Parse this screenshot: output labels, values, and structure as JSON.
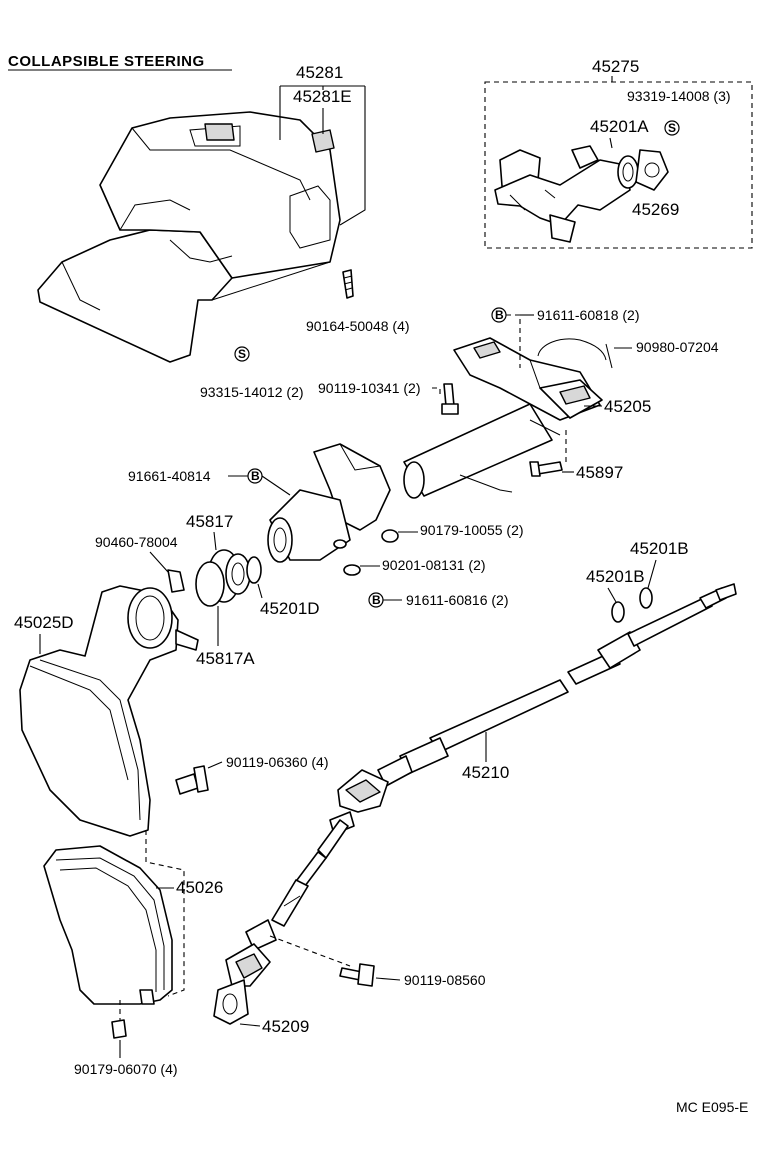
{
  "diagram": {
    "title": "COLLAPSIBLE STEERING",
    "footer_code": "MC  E095-E",
    "labels": {
      "p45281": "45281",
      "p45281E": "45281E",
      "p45275": "45275",
      "p93319": "93319-14008 (3)",
      "p45201A": "45201A",
      "p45269": "45269",
      "p90164": "90164-50048 (4)",
      "p93315": "93315-14012 (2)",
      "p91611_818": "91611-60818 (2)",
      "p90980": "90980-07204",
      "p90119_341": "90119-10341 (2)",
      "p45205": "45205",
      "p91661": "91661-40814",
      "p45897": "45897",
      "p45817": "45817",
      "p90460": "90460-78004",
      "p90179_055": "90179-10055 (2)",
      "p90201": "90201-08131 (2)",
      "p45201B_top": "45201B",
      "p45201B": "45201B",
      "p91611_816": "91611-60816 (2)",
      "p45201D": "45201D",
      "p45025D": "45025D",
      "p45817A": "45817A",
      "p90119_360": "90119-06360 (4)",
      "p45210": "45210",
      "p45026": "45026",
      "p90119_560": "90119-08560",
      "p45209": "45209",
      "p90179_070": "90179-06070 (4)"
    },
    "symbols": {
      "s_letter": "S",
      "b_letter": "B"
    }
  }
}
